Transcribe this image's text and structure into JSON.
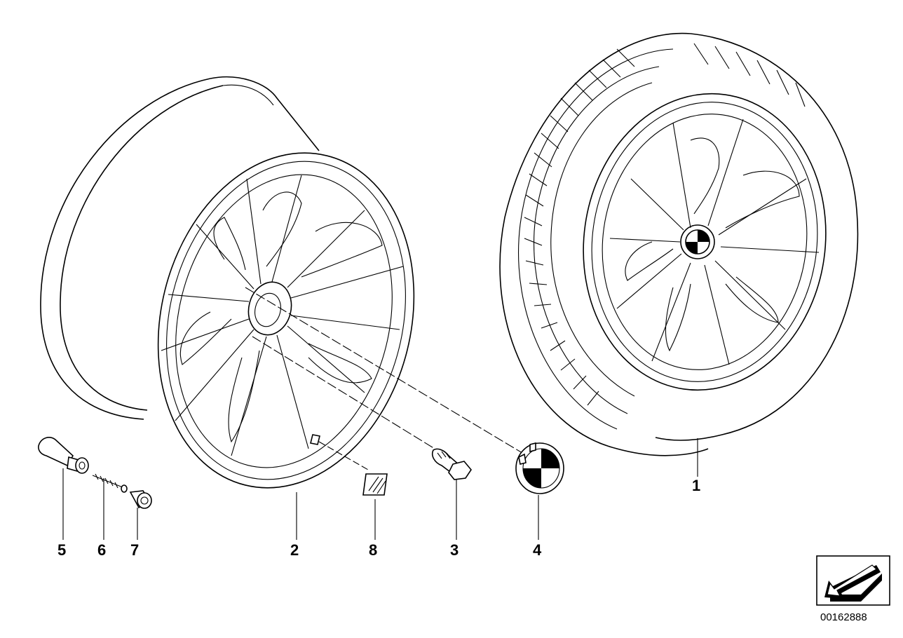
{
  "diagram": {
    "callouts": {
      "wheel_complete": "1",
      "rim": "2",
      "bolt": "3",
      "hub_cap": "4",
      "valve": "5",
      "valve_core": "6",
      "valve_cap": "7",
      "label": "8"
    },
    "document_id": "00162888",
    "colors": {
      "line": "#000000",
      "background": "#ffffff"
    },
    "icons": [
      "direction-arrow-icon"
    ]
  }
}
